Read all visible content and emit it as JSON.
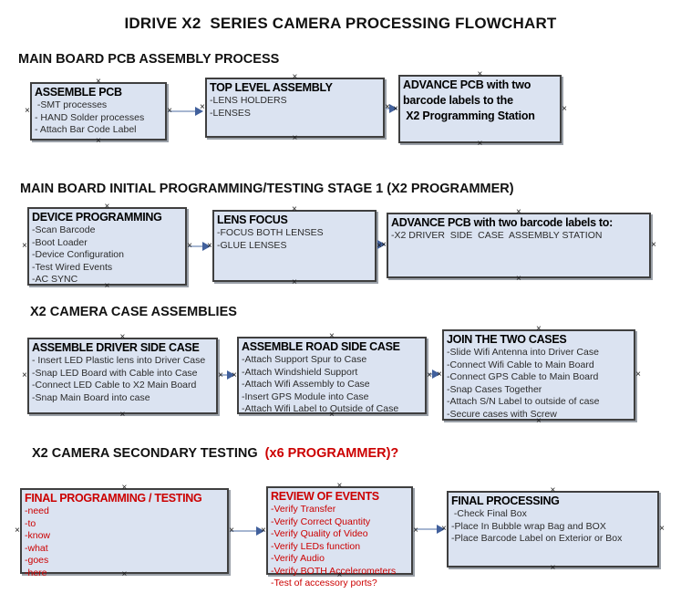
{
  "title": "IDRIVE X2  SERIES CAMERA PROCESSING FLOWCHART",
  "handles": {
    "glyph": "×"
  },
  "colors": {
    "box_fill": "#dbe3f1",
    "box_border": "#3f3f3f",
    "box_shadow": "#9aa0a8",
    "red_text": "#cc0000",
    "arrow_line": "#a6b6d1",
    "arrow_head": "#41609c"
  },
  "sections": [
    {
      "heading": "MAIN BOARD PCB ASSEMBLY PROCESS",
      "boxes": [
        {
          "title": "ASSEMBLE PCB",
          "lines": [
            " -SMT processes",
            "- HAND Solder processes",
            "- Attach Bar Code Label"
          ]
        },
        {
          "title": "TOP LEVEL ASSEMBLY",
          "lines": [
            "-LENS HOLDERS",
            "-LENSES"
          ]
        },
        {
          "title": "",
          "lines": [
            "ADVANCE PCB with two",
            "barcode labels to the",
            " X2 Programming Station"
          ]
        }
      ]
    },
    {
      "heading": "MAIN BOARD INITIAL PROGRAMMING/TESTING STAGE 1 (X2 PROGRAMMER)",
      "boxes": [
        {
          "title": "DEVICE PROGRAMMING",
          "lines": [
            "-Scan Barcode",
            "-Boot Loader",
            "-Device Configuration",
            "-Test Wired Events",
            "-AC SYNC"
          ]
        },
        {
          "title": "LENS FOCUS",
          "lines": [
            "-FOCUS BOTH LENSES",
            "-GLUE LENSES"
          ]
        },
        {
          "title": "ADVANCE PCB with two barcode labels to:",
          "lines": [
            "-X2 DRIVER  SIDE  CASE  ASSEMBLY STATION"
          ]
        }
      ]
    },
    {
      "heading": "X2 CAMERA CASE ASSEMBLIES",
      "boxes": [
        {
          "title": "ASSEMBLE DRIVER SIDE CASE",
          "lines": [
            "- Insert LED Plastic lens into Driver Case",
            "-Snap LED Board with Cable into Case",
            "-Connect LED Cable to X2 Main Board",
            "-Snap Main Board into case"
          ]
        },
        {
          "title": "ASSEMBLE ROAD SIDE CASE",
          "lines": [
            "-Attach Support Spur to Case",
            "-Attach Windshield Support",
            "-Attach Wifi Assembly to Case",
            "-Insert GPS Module into Case",
            "-Attach Wifi Label to Outside of Case"
          ]
        },
        {
          "title": "JOIN THE TWO CASES",
          "lines": [
            "-Slide Wifi Antenna into Driver Case",
            "-Connect Wifi Cable to Main Board",
            "-Connect GPS Cable to Main Board",
            "-Snap Cases Together",
            "-Attach S/N Label to outside of case",
            "-Secure cases with Screw"
          ]
        }
      ]
    },
    {
      "heading": "X2 CAMERA SECONDARY TESTING  ",
      "heading_red": "(x6 PROGRAMMER)?",
      "boxes": [
        {
          "title": "FINAL PROGRAMMING / TESTING",
          "lines": [
            "-need",
            "-to",
            "-know",
            "-what",
            "-goes",
            "-here"
          ]
        },
        {
          "title": "REVIEW OF EVENTS",
          "lines": [
            "-Verify Transfer",
            "-Verify Correct Quantity",
            "-Verify Quality of Video",
            "-Verify LEDs function",
            "-Verify Audio",
            "-Verify BOTH Accelerometers",
            "-Test of accessory ports?"
          ]
        },
        {
          "title": "FINAL PROCESSING",
          "lines": [
            " -Check Final Box",
            "-Place In Bubble wrap Bag and BOX",
            "-Place Barcode Label on Exterior or Box"
          ]
        }
      ]
    }
  ]
}
